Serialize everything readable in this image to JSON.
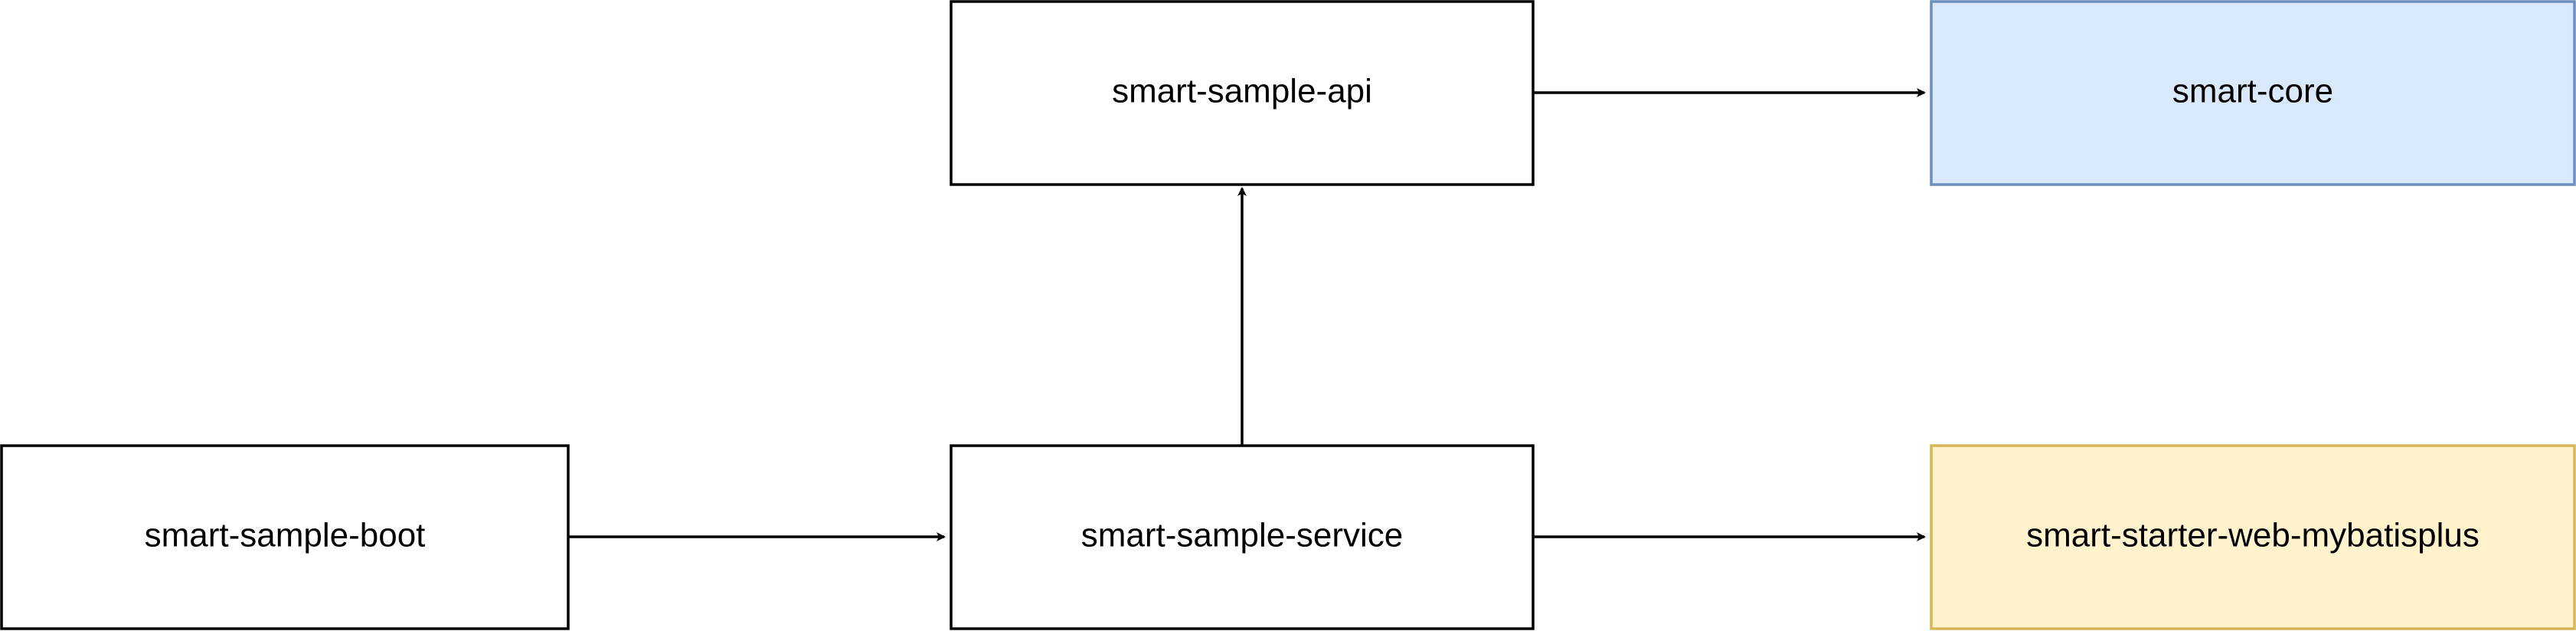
{
  "diagram": {
    "nodes": {
      "api": {
        "label": "smart-sample-api",
        "fill": "#ffffff",
        "stroke": "#000000"
      },
      "core": {
        "label": "smart-core",
        "fill": "#dae8fc",
        "stroke": "#6c8ebf"
      },
      "boot": {
        "label": "smart-sample-boot",
        "fill": "#ffffff",
        "stroke": "#000000"
      },
      "service": {
        "label": "smart-sample-service",
        "fill": "#ffffff",
        "stroke": "#000000"
      },
      "mybatis": {
        "label": "smart-starter-web-mybatisplus",
        "fill": "#fff2cc",
        "stroke": "#d6b656"
      }
    },
    "edges": [
      {
        "from": "api",
        "to": "core"
      },
      {
        "from": "service",
        "to": "api"
      },
      {
        "from": "boot",
        "to": "service"
      },
      {
        "from": "service",
        "to": "mybatis"
      }
    ]
  }
}
